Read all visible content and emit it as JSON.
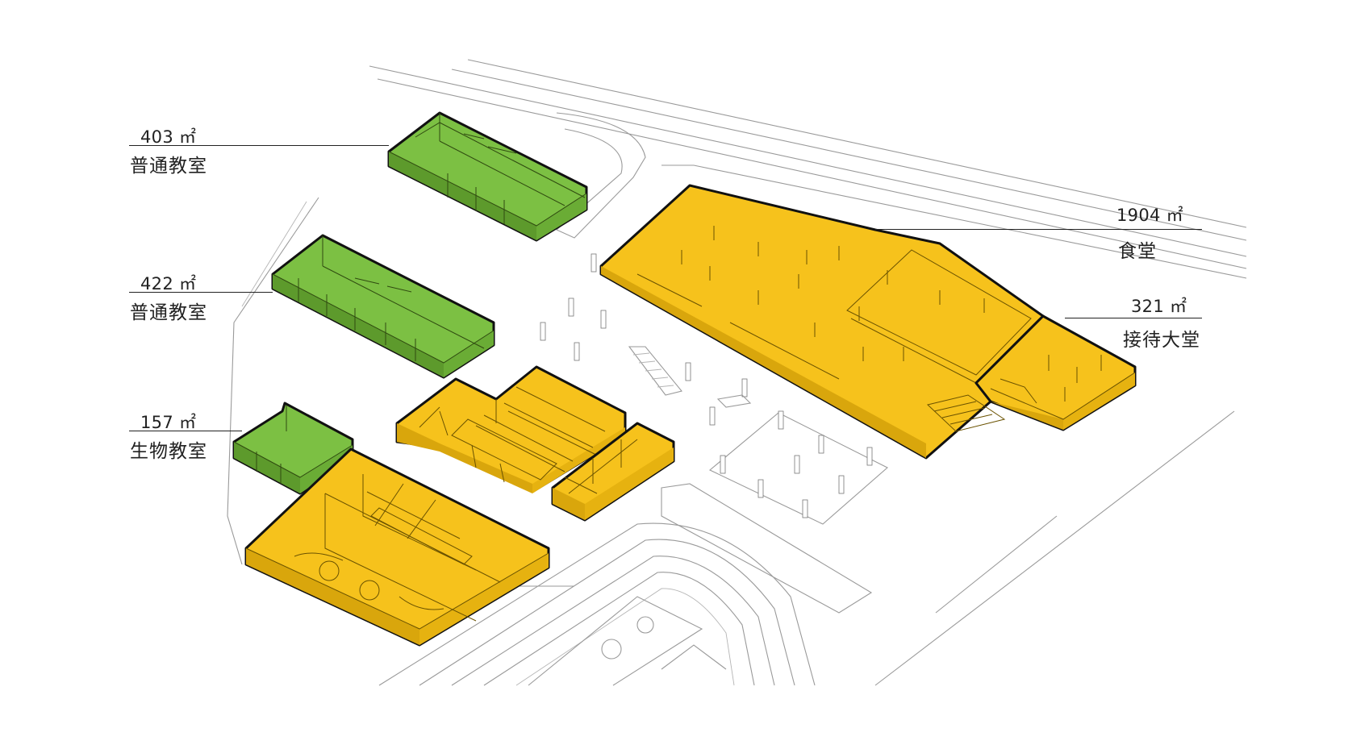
{
  "colors": {
    "classroom": "#7cc043",
    "classroom_dark": "#5d9a2c",
    "facility": "#f6c21c",
    "facility_dark": "#d9a60c",
    "outline": "#111111",
    "context_lines": "#9a9a9a"
  },
  "labels": {
    "classroom_a": {
      "area": "403 ㎡",
      "name": "普通教室"
    },
    "classroom_b": {
      "area": "422 ㎡",
      "name": "普通教室"
    },
    "biology_room": {
      "area": "157 ㎡",
      "name": "生物教室"
    },
    "canteen": {
      "area": "1904 ㎡",
      "name": "食堂"
    },
    "reception_hall": {
      "area": "321 ㎡",
      "name": "接待大堂"
    }
  }
}
